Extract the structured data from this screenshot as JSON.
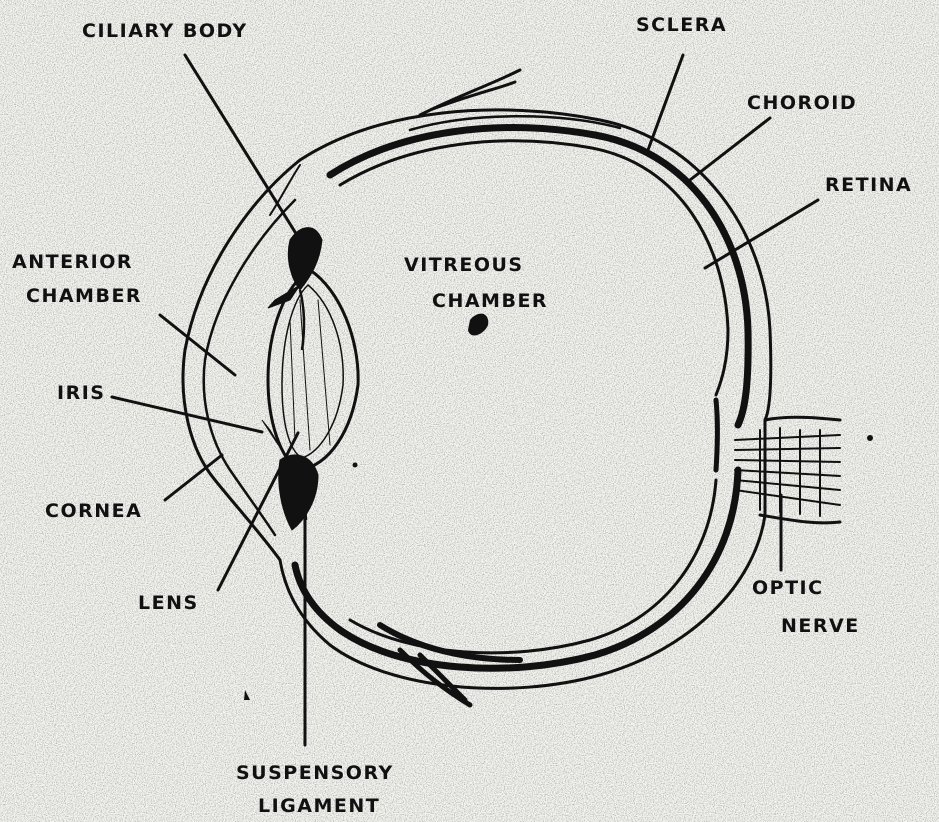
{
  "labels": {
    "ciliary_body": "CILIARY BODY",
    "sclera": "SCLERA",
    "choroid": "CHOROID",
    "retina": "RETINA",
    "anterior_chamber_1": "ANTERIOR",
    "anterior_chamber_2": "CHAMBER",
    "vitreous_chamber_1": "VITREOUS",
    "vitreous_chamber_2": "CHAMBER",
    "iris": "IRIS",
    "cornea": "CORNEA",
    "lens": "LENS",
    "optic_nerve_1": "OPTIC",
    "optic_nerve_2": "NERVE",
    "suspensory_ligament_1": "SUSPENSORY",
    "suspensory_ligament_2": "LIGAMENT"
  },
  "colors": {
    "background": "#f4f4f0",
    "ink": "#111111"
  }
}
